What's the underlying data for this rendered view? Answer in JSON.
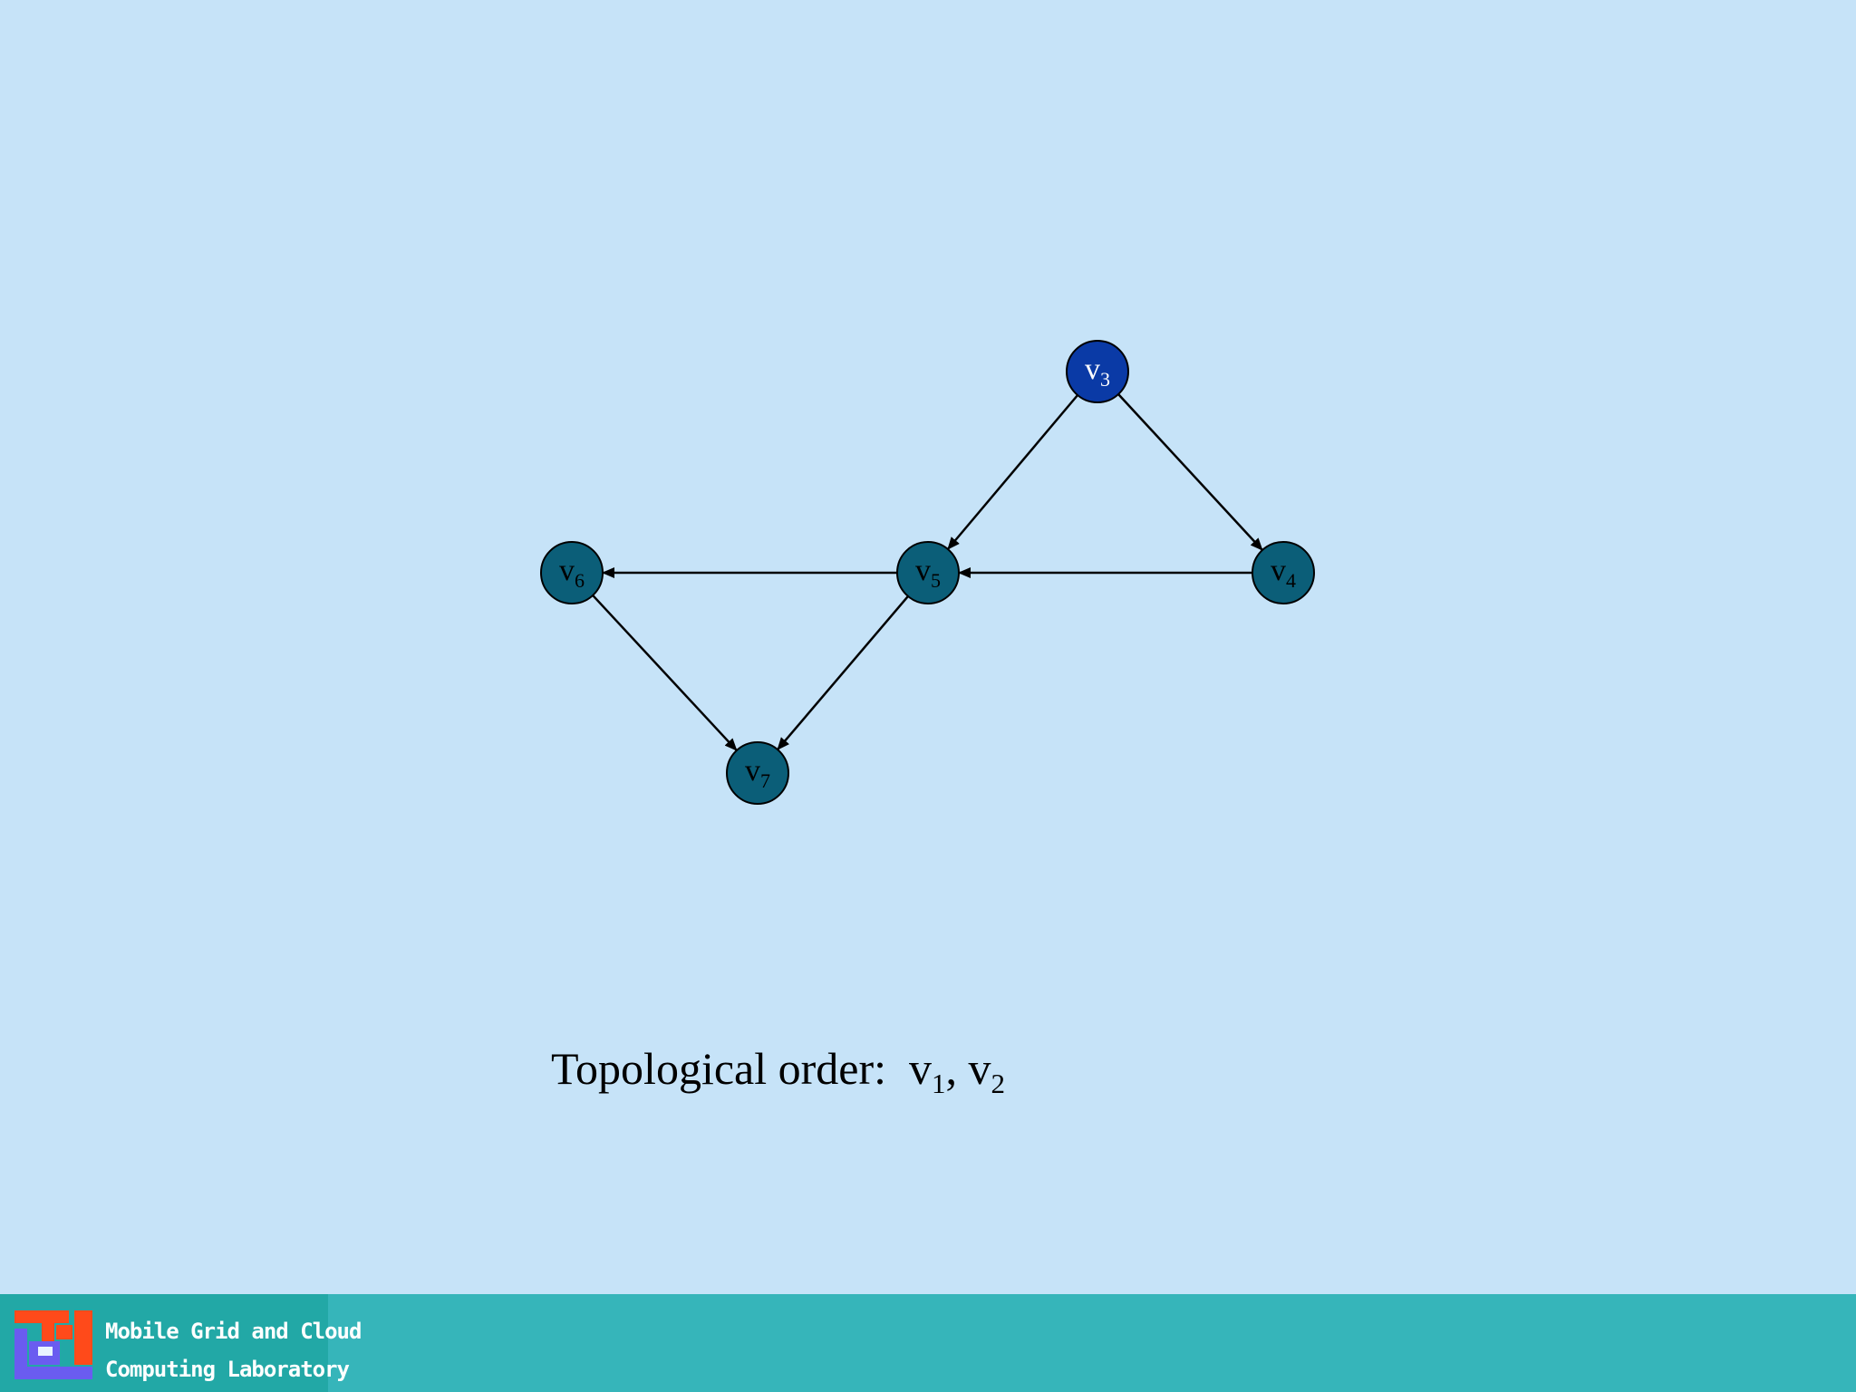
{
  "graph": {
    "nodes": [
      {
        "id": "v3",
        "letter": "v",
        "sub": "3",
        "fill": "#0a3aa6",
        "text_color": "#ffffff",
        "active": true
      },
      {
        "id": "v4",
        "letter": "v",
        "sub": "4",
        "fill": "#0b5e78",
        "text_color": "#000000",
        "active": false
      },
      {
        "id": "v5",
        "letter": "v",
        "sub": "5",
        "fill": "#0b5e78",
        "text_color": "#000000",
        "active": false
      },
      {
        "id": "v6",
        "letter": "v",
        "sub": "6",
        "fill": "#0b5e78",
        "text_color": "#000000",
        "active": false
      },
      {
        "id": "v7",
        "letter": "v",
        "sub": "7",
        "fill": "#0b5e78",
        "text_color": "#000000",
        "active": false
      }
    ],
    "edges": [
      {
        "from": "v3",
        "to": "v5"
      },
      {
        "from": "v3",
        "to": "v4"
      },
      {
        "from": "v4",
        "to": "v5"
      },
      {
        "from": "v5",
        "to": "v6"
      },
      {
        "from": "v5",
        "to": "v7"
      },
      {
        "from": "v6",
        "to": "v7"
      }
    ]
  },
  "caption": {
    "prefix": "Topological order:",
    "order": [
      {
        "letter": "v",
        "sub": "1"
      },
      {
        "letter": "v",
        "sub": "2"
      }
    ]
  },
  "footer": {
    "lab_name_line1": "Mobile Grid and Cloud",
    "lab_name_line2": "Computing Laboratory",
    "logo_icon": "lab-logo-icon",
    "colors": {
      "bar": "#36b5ba",
      "badge": "#22a8a6"
    }
  },
  "colors": {
    "background": "#c6e3f8",
    "edge": "#000000"
  }
}
